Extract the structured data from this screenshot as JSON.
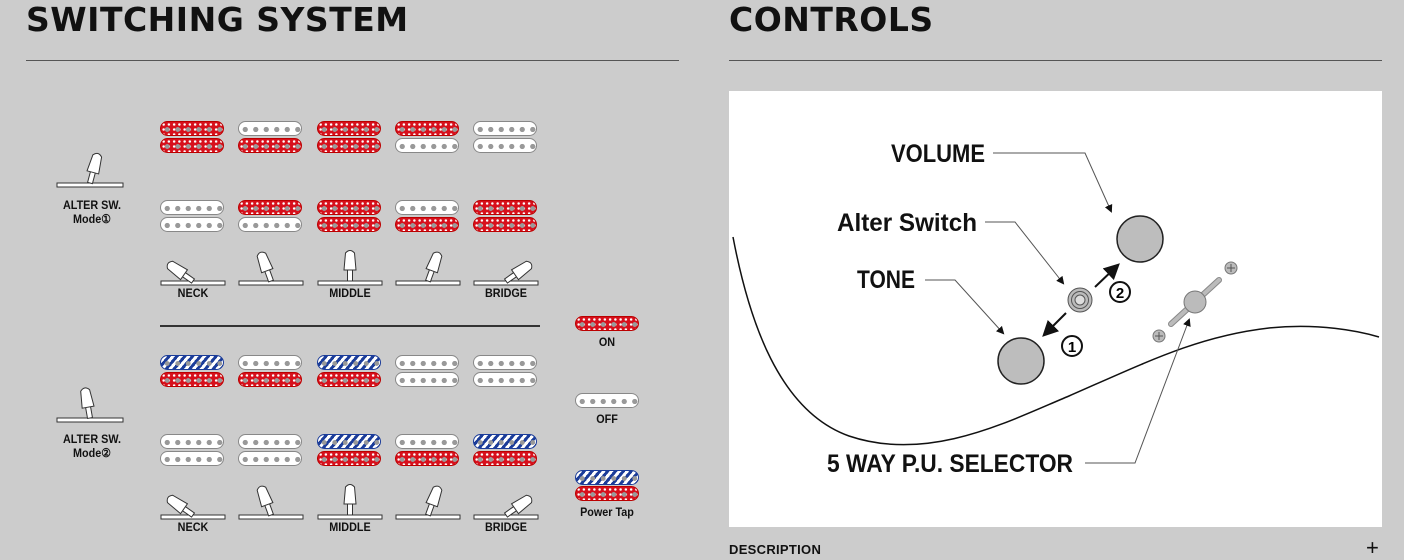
{
  "switching": {
    "title": "SWITCHING SYSTEM",
    "modes": [
      {
        "label_line1": "ALTER SW.",
        "label_line2": "Mode①",
        "pickups": {
          "neck_pickup": [
            [
              "on",
              "on"
            ],
            [
              "off",
              "on"
            ],
            [
              "on",
              "on"
            ],
            [
              "on",
              "off"
            ],
            [
              "off",
              "off"
            ]
          ],
          "bridge_pickup": [
            [
              "off",
              "off"
            ],
            [
              "on",
              "off"
            ],
            [
              "on",
              "on"
            ],
            [
              "off",
              "on"
            ],
            [
              "on",
              "on"
            ]
          ]
        }
      },
      {
        "label_line1": "ALTER SW.",
        "label_line2": "Mode②",
        "pickups": {
          "neck_pickup": [
            [
              "tap",
              "on"
            ],
            [
              "off",
              "on"
            ],
            [
              "tap",
              "on"
            ],
            [
              "off",
              "off"
            ],
            [
              "off",
              "off"
            ]
          ],
          "bridge_pickup": [
            [
              "off",
              "off"
            ],
            [
              "off",
              "off"
            ],
            [
              "tap",
              "on"
            ],
            [
              "off",
              "on"
            ],
            [
              "tap",
              "on"
            ]
          ]
        }
      }
    ],
    "positions": [
      {
        "label": "NECK"
      },
      {
        "label": ""
      },
      {
        "label": "MIDDLE"
      },
      {
        "label": ""
      },
      {
        "label": "BRIDGE"
      }
    ],
    "legend": {
      "on": "ON",
      "off": "OFF",
      "tap": "Power Tap"
    },
    "colors": {
      "on": "#d7101c",
      "tap": "#1b3c99",
      "off": "#ffffff"
    }
  },
  "controls": {
    "title": "CONTROLS",
    "labels": {
      "volume": "VOLUME",
      "alter": "Alter Switch",
      "tone": "TONE",
      "selector": "5 WAY P.U. SELECTOR",
      "pos1": "1",
      "pos2": "2"
    }
  },
  "description": {
    "label": "DESCRIPTION",
    "expand_icon": "plus-icon"
  }
}
